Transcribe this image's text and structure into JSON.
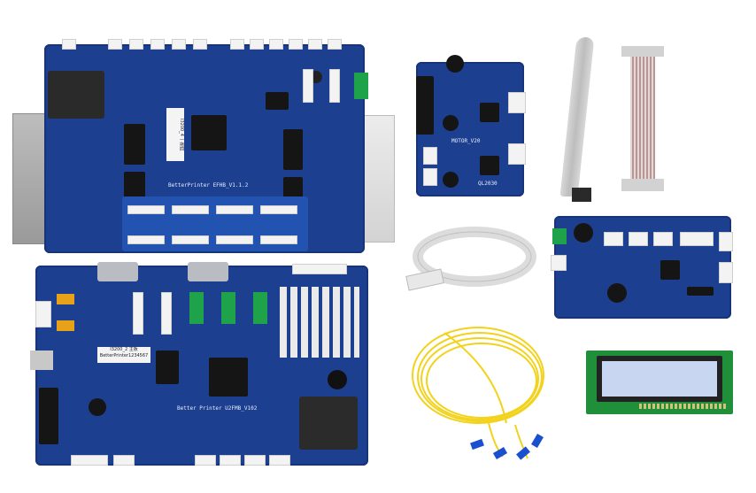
{
  "boards": {
    "head_board": {
      "silk_text": "BetterPrinter EFHB_V1.1.2",
      "sticker_line1": "I3200_4 一拖四",
      "sticker_line2": "BetterPrinter1234567"
    },
    "main_board": {
      "silk_text": "Better Printer U2FMB_V102",
      "sticker_line1": "I3200_2 主板",
      "sticker_line2": "BetterPrinter1234567"
    },
    "motor_driver": {
      "silk_text": "MOTOR_V20",
      "silk_text_2": "QL2030"
    }
  },
  "colors": {
    "pcb_blue": "#1d3f8f",
    "fiber_yellow": "#f2d21b",
    "lcd_screen": "#c9d6f2",
    "ribbon_grey": "#cfcfcf"
  }
}
